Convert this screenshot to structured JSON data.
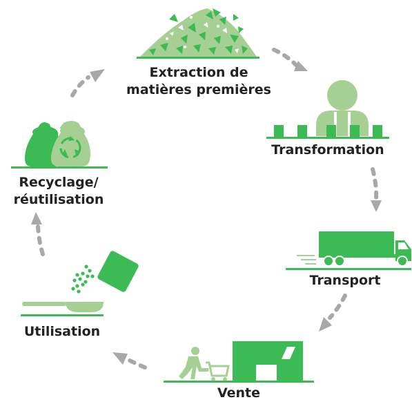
{
  "stages": {
    "extraction": {
      "line1": "Extraction de",
      "line2": "matières premières",
      "icon": "raw-materials-pile-icon"
    },
    "transformation": {
      "label": "Transformation",
      "icon": "factory-worker-icon"
    },
    "transport": {
      "label": "Transport",
      "icon": "delivery-truck-icon"
    },
    "vente": {
      "label": "Vente",
      "icon": "shopping-store-icon"
    },
    "utilisation": {
      "label": "Utilisation",
      "icon": "cooking-pan-icon"
    },
    "recyclage": {
      "line1": "Recyclage/",
      "line2": "réutilisation",
      "icon": "recycling-bags-icon"
    }
  },
  "colors": {
    "dark_green": "#3cba54",
    "light_green": "#a6cf93",
    "arrow_gray": "#a8a8a8",
    "text": "#222222"
  }
}
